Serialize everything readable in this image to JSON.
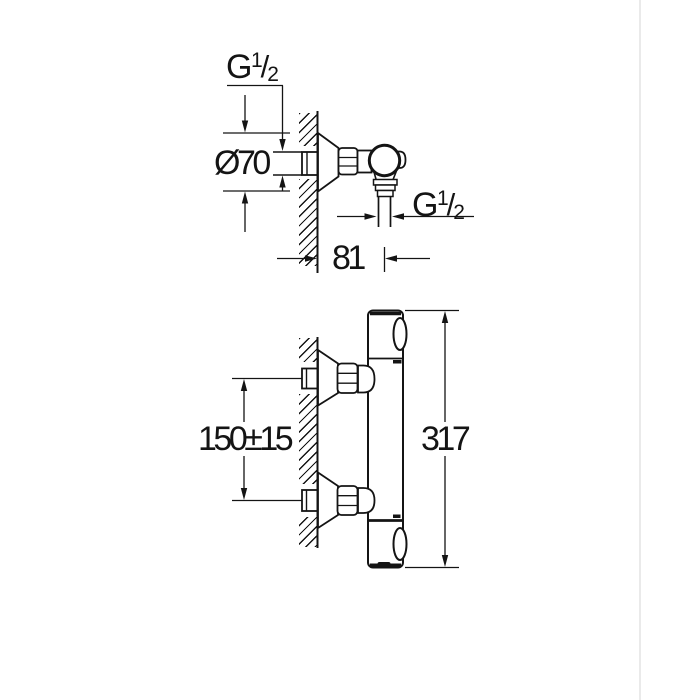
{
  "colors": {
    "line": "#141414",
    "text": "#141414",
    "background": "#ffffff",
    "artifact_line": "#eaeaea"
  },
  "side_view": {
    "description": "side view of wall-mounted shower valve connection",
    "labels": {
      "inlet_thread": {
        "base": "G",
        "num": "1",
        "slash": "/",
        "den": "2"
      },
      "escutcheon_diameter": "Ø70",
      "outlet_thread": {
        "base": "G",
        "num": "1",
        "slash": "/",
        "den": "2"
      },
      "wall_to_outlet_center": "81"
    }
  },
  "front_view": {
    "description": "front view of thermostatic shower mixer bar",
    "labels": {
      "inlet_spacing": "150±15",
      "overall_height": "317"
    }
  }
}
